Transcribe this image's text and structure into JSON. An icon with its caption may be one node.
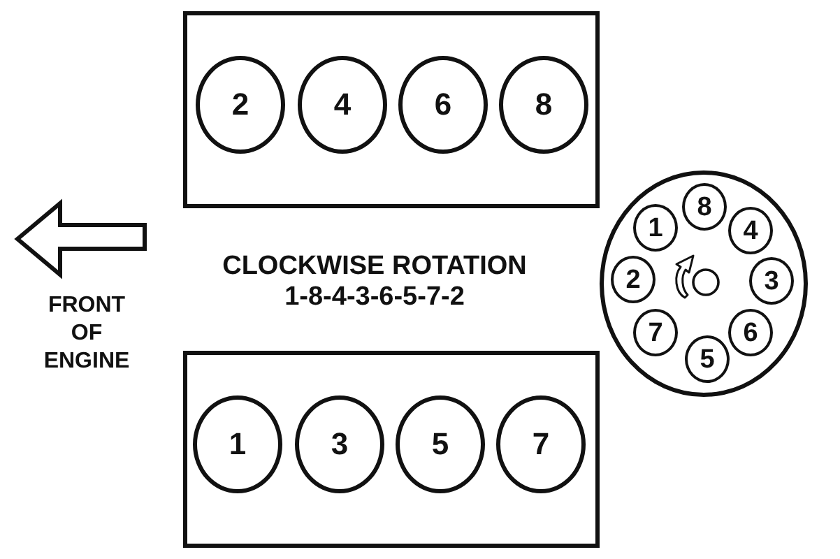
{
  "diagram": {
    "nodes": [
      {
        "text": [],
        "shape": "box"
      },
      {
        "text": [
          "2"
        ],
        "in": 0
      },
      {
        "text": [
          "4"
        ],
        "in": 0
      },
      {
        "text": [
          "6"
        ],
        "in": 0
      },
      {
        "text": [
          "8"
        ],
        "in": 0
      },
      {
        "text": [],
        "shape": "circle"
      },
      {
        "text": [
          "8"
        ],
        "in": 5
      },
      {
        "text": [
          "1"
        ],
        "in": 5
      },
      {
        "text": [
          "4"
        ],
        "in": 5
      },
      {
        "text": [
          "2"
        ],
        "in": 5
      },
      {
        "text": [
          "3"
        ],
        "in": 5
      },
      {
        "text": [
          "7"
        ],
        "in": 5
      },
      {
        "text": [
          "6"
        ],
        "in": 5
      },
      {
        "text": [
          "5"
        ],
        "in": 5
      },
      {
        "text": [],
        "shape": "box"
      },
      {
        "text": [
          "1"
        ],
        "in": 14
      },
      {
        "text": [
          "3"
        ],
        "in": 14
      },
      {
        "text": [
          "5"
        ],
        "in": 14
      },
      {
        "text": [
          "7"
        ],
        "in": 14
      }
    ],
    "labels": [
      "FRONT OF ENGINE",
      "CLOCKWISE ROTATION",
      "1-8-4-3-6-5-7-2"
    ]
  }
}
